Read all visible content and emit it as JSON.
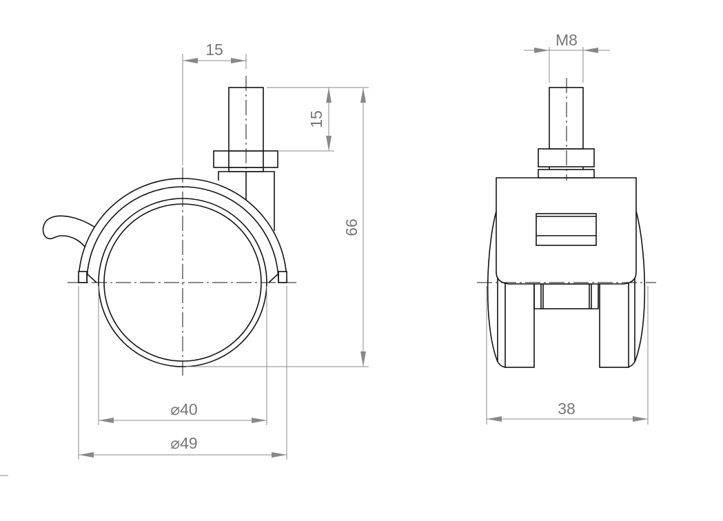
{
  "drawing": {
    "side_view": {
      "dimensions": {
        "stem_offset": "15",
        "stem_length": "15",
        "total_height": "66",
        "wheel_diameter": "⌀40",
        "fork_width": "⌀49"
      }
    },
    "front_view": {
      "dimensions": {
        "thread": "M8",
        "width": "38"
      }
    }
  },
  "colors": {
    "line": "#111111",
    "dimension": "#888888"
  }
}
